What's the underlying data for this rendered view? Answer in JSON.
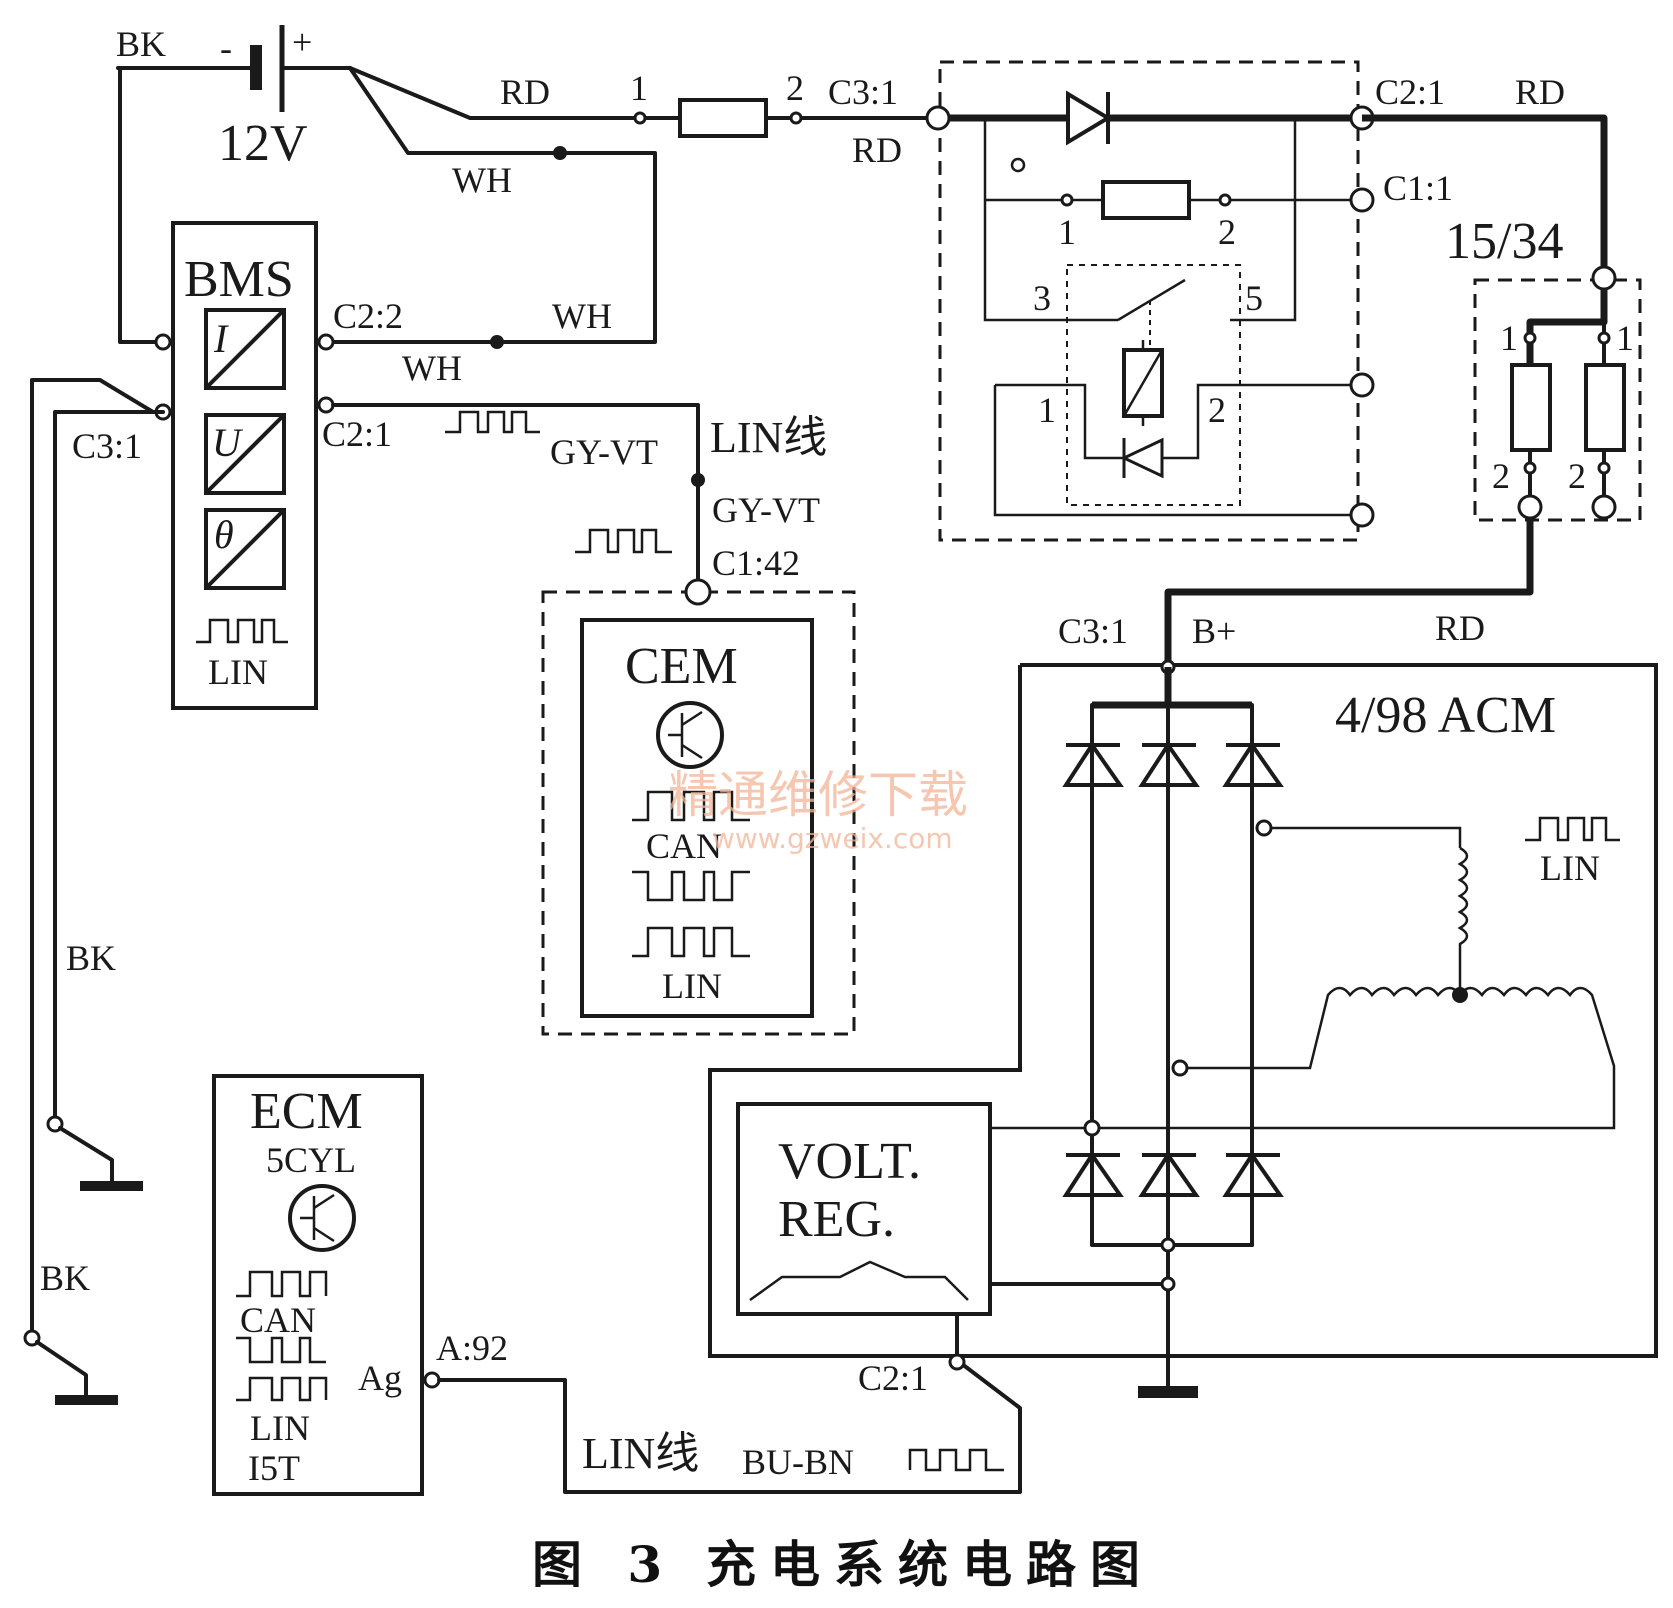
{
  "battery": {
    "voltage": "12V",
    "minus": "-",
    "plus": "+"
  },
  "wires": {
    "bk_top": "BK",
    "rd_top": "RD",
    "wh_1": "WH",
    "wh_2": "WH",
    "wh_3": "WH",
    "rd_mid": "RD",
    "rd_right": "RD",
    "rd_bottom": "RD",
    "gy_vt_1": "GY-VT",
    "gy_vt_2": "GY-VT",
    "lin_line_1": "LIN线",
    "lin_line_2": "LIN线",
    "bu_bn": "BU-BN",
    "bk_left_1": "BK",
    "bk_left_2": "BK"
  },
  "bms": {
    "title": "BMS",
    "sensor_i": "I",
    "sensor_u": "U",
    "sensor_theta": "θ",
    "lin": "LIN",
    "c3_1": "C3:1",
    "c2_2": "C2:2",
    "c2_1": "C2:1"
  },
  "fuse_pins": {
    "pin1": "1",
    "pin2": "2"
  },
  "relay_box": {
    "c3_1": "C3:1",
    "c2_1": "C2:1",
    "c1_1": "C1:1",
    "fuse_pin1": "1",
    "fuse_pin2": "2",
    "relay_pin3": "3",
    "relay_pin5": "5",
    "coil_pin1": "1",
    "coil_pin2": "2"
  },
  "fuse_block": {
    "label": "15/34",
    "f1_top": "1",
    "f2_top": "1",
    "f1_bottom": "2",
    "f2_bottom": "2"
  },
  "cem": {
    "title": "CEM",
    "can": "CAN",
    "lin": "LIN",
    "c1_42": "C1:42"
  },
  "acm": {
    "title": "4/98 ACM",
    "c3_1": "C3:1",
    "b_plus": "B+",
    "lin": "LIN",
    "volt": "VOLT.",
    "reg": "REG.",
    "c2_1": "C2:1"
  },
  "ecm": {
    "title": "ECM",
    "model": "5CYL",
    "can": "CAN",
    "lin": "LIN",
    "variant": "I5T",
    "ag": "Ag",
    "a_92": "A:92"
  },
  "watermark": {
    "line1": "精通维修下载",
    "line2": "www.gzweix.com"
  },
  "caption": {
    "figure": "图 3",
    "title": "充电系统电路图"
  }
}
